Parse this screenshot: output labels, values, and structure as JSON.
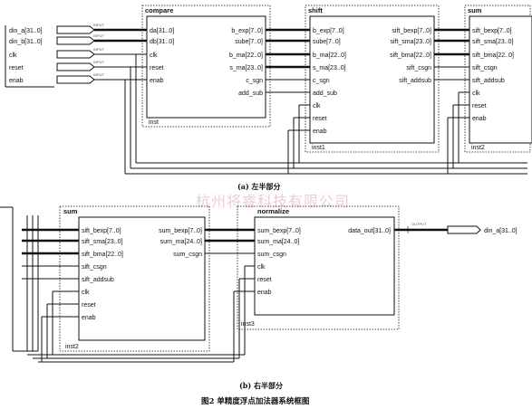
{
  "part_a": {
    "inputs": [
      "din_a[31..0]",
      "din_b[31..0]",
      "clk",
      "reset",
      "enab"
    ],
    "input_tag": "INPUT",
    "compare": {
      "title": "compare",
      "inst": "inst",
      "left": [
        "da[31..0]",
        "db[31..0]",
        "clk",
        "reset",
        "enab"
      ],
      "right": [
        "b_exp[7..0]",
        "sube[7..0]",
        "b_ma[22..0]",
        "s_ma[23..0]",
        "c_sgn",
        "add_sub"
      ]
    },
    "shift": {
      "title": "shift",
      "inst": "inst1",
      "left": [
        "b_exp[7..0]",
        "sube[7..0]",
        "b_ma[22..0]",
        "s_ma[23..0]",
        "c_sgn",
        "add_sub",
        "clk",
        "reset",
        "enab"
      ],
      "right": [
        "sift_bexp[7..0]",
        "sift_sma[23..0]",
        "sift_bma[22..0]",
        "sift_csgn",
        "sift_addsub"
      ]
    },
    "sum": {
      "title": "sum",
      "inst": "inst2",
      "left": [
        "sift_bexp[7..0]",
        "sift_sma[23..0]",
        "sift_bma[22..0]",
        "sift_csgn",
        "sift_addsub",
        "clk",
        "reset",
        "enab"
      ]
    },
    "caption": "(a)  左半部分"
  },
  "part_b": {
    "sum": {
      "title": "sum",
      "inst": "inst2",
      "left": [
        "sift_bexp[7..0]",
        "sift_sma[23..0]",
        "sift_bma[22..0]",
        "sift_csgn",
        "sift_addsub",
        "clk",
        "reset",
        "enab"
      ],
      "right": [
        "sum_bexp[7..0]",
        "sum_ma[24..0]",
        "sum_csgn"
      ]
    },
    "normalize": {
      "title": "normalize",
      "inst": "inst3",
      "left": [
        "sum_bexp[7..0]",
        "sum_ma[24..0]",
        "sum_csgn",
        "clk",
        "reset",
        "enab"
      ],
      "right": [
        "data_out[31..0]"
      ]
    },
    "output": "din_a[31..0]",
    "output_tag": "OUTPUT",
    "caption": "(b)  右半部分"
  },
  "figure_caption": "图2   单精度浮点加法器系统框图",
  "watermark": "杭州将睿科技有限公司"
}
